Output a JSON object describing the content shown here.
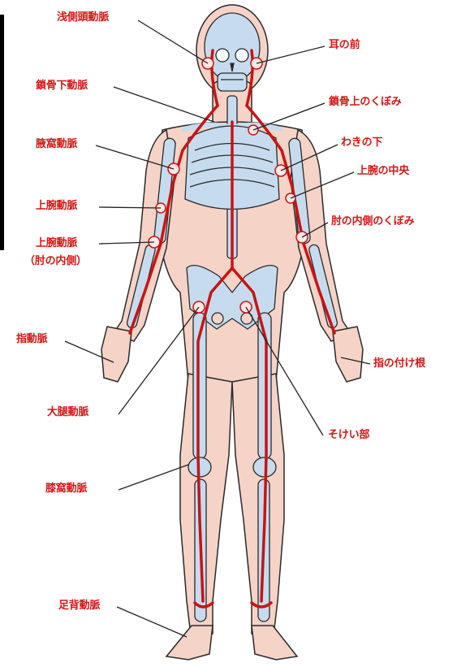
{
  "colors": {
    "label": "#d41616",
    "leader": "#222222",
    "skin": "#f6d3c7",
    "bone": "#c6dcee",
    "artery": "#c81414",
    "outline": "#2a2a2a"
  },
  "labels": {
    "superficial_temporal": "浅側頭動脈",
    "front_of_ear": "耳の前",
    "subclavian": "鎖骨下動脈",
    "supraclavicular_fossa": "鎖骨上のくぼみ",
    "axillary": "腋窩動脈",
    "under_armpit": "わきの下",
    "mid_upper_arm": "上腕の中央",
    "brachial": "上腕動脈",
    "inner_elbow": "肘の内側のくぼみ",
    "brachial_elbow_line1": "上腕動脈",
    "brachial_elbow_line2": "（肘の内側）",
    "digital": "指動脈",
    "finger_base": "指の付け根",
    "femoral": "大腿動脈",
    "groin": "そけい部",
    "popliteal": "膝窩動脈",
    "dorsalis_pedis": "足背動脈"
  }
}
